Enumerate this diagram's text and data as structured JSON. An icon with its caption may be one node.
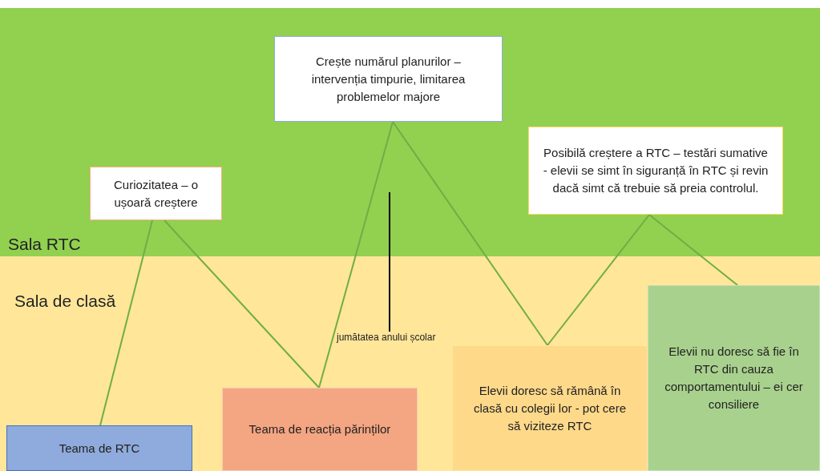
{
  "diagram": {
    "nodes": [
      {
        "text": [
          "Sala RTC"
        ]
      },
      {
        "text": [
          "Sala de clasă"
        ]
      },
      {
        "text": [
          "Teama de RTC"
        ],
        "in": 1
      },
      {
        "text": [
          "Curiozitatea – o ușoară creștere"
        ],
        "in": 0
      },
      {
        "text": [
          "Teama de reacția părinților"
        ],
        "in": 1
      },
      {
        "text": [
          "Crește numărul planurilor – intervenția timpurie, limitarea problemelor majore"
        ],
        "in": 0
      },
      {
        "text": [
          "Elevii doresc să rămână în clasă cu colegii lor - pot cere să viziteze RTC"
        ],
        "in": 1
      },
      {
        "text": [
          "Posibilă creștere a RTC – testări sumative - elevii se simt în siguranță în RTC și revin dacă simt că trebuie să preia controlul."
        ],
        "in": 0
      },
      {
        "text": [
          "Elevii nu doresc să fie în RTC din cauza comportamentului – ei cer consiliere"
        ],
        "in": 1
      }
    ],
    "edges": [
      {
        "from": 2,
        "to": 3,
        "arrow": "none"
      },
      {
        "from": 3,
        "to": 4,
        "arrow": "none"
      },
      {
        "from": 4,
        "to": 5,
        "arrow": "none"
      },
      {
        "from": 5,
        "to": 6,
        "arrow": "none"
      },
      {
        "from": 6,
        "to": 7,
        "arrow": "none"
      },
      {
        "from": 7,
        "to": 8,
        "arrow": "none"
      }
    ],
    "labels": [
      "jumătatea anului școlar"
    ]
  }
}
